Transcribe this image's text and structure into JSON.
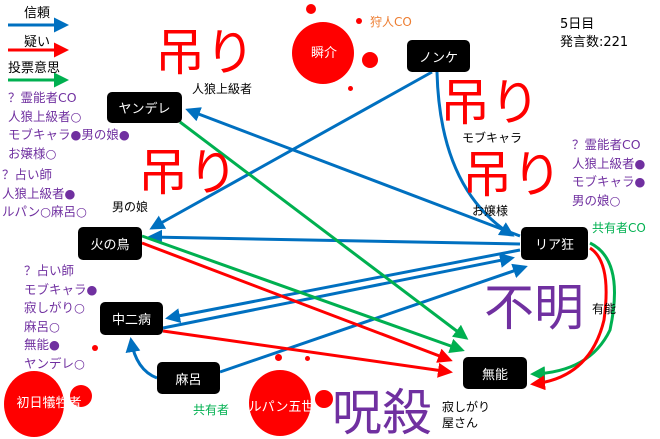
{
  "legend": [
    {
      "label": "信頼",
      "color": "#0070c0"
    },
    {
      "label": "疑い",
      "color": "#ff0000"
    },
    {
      "label": "投票意思",
      "color": "#00b050"
    }
  ],
  "status": {
    "day": "5日目",
    "speech_count": "発言数:221"
  },
  "nodes": {
    "shunsuke": "瞬介",
    "nonke": "ノンケ",
    "yandere": "ヤンデレ",
    "hinotori": "火の鳥",
    "riakyo": "リア狂",
    "chunibyo": "中二病",
    "maro": "麻呂",
    "muno": "無能",
    "shonichi": "初日犠牲者",
    "lupin": "ルパン五世"
  },
  "dead_labels": {
    "jinro_jokyu": "人狼上級者",
    "otokonoko": "男の娘",
    "mobchara": "モブキャラ",
    "ojosama": "お嬢様",
    "yuno": "有能",
    "sabishigari_1": "寂しがり",
    "sabishigari_2": "屋さん"
  },
  "fates": {
    "hang1": "吊り",
    "hang2": "吊り",
    "hang3": "吊り",
    "hang4": "吊り",
    "unknown": "不明",
    "curse": "呪殺"
  },
  "co": {
    "hunter": "狩人CO",
    "sharer_co": "共有者CO",
    "sharer": "共有者"
  },
  "results": {
    "yandere_medium": [
      "？霊能者CO",
      "人狼上級者○",
      "モブキャラ●男の娘●",
      "お嬢様○"
    ],
    "left_seer": [
      "？占い師",
      "人狼上級者●",
      "ルパン○麻呂○"
    ],
    "chuni_seer": [
      "？占い師",
      "モブキャラ●",
      "寂しがり○",
      "麻呂○",
      "無能●",
      "ヤンデレ○"
    ],
    "right_medium": [
      "？霊能者CO",
      "人狼上級者●",
      "モブキャラ●",
      "男の娘○"
    ]
  },
  "edges": [
    {
      "from": "ノンケ",
      "to": "火の鳥",
      "type": "trust"
    },
    {
      "from": "ノンケ",
      "to": "リア狂",
      "type": "trust"
    },
    {
      "from": "リア狂",
      "to": "ヤンデレ",
      "type": "trust"
    },
    {
      "from": "リア狂",
      "to": "火の鳥",
      "type": "trust"
    },
    {
      "from": "リア狂",
      "to": "中二病",
      "type": "trust"
    },
    {
      "from": "中二病",
      "to": "リア狂",
      "type": "trust"
    },
    {
      "from": "麻呂",
      "to": "リア狂",
      "type": "trust"
    },
    {
      "from": "麻呂",
      "to": "中二病",
      "type": "trust"
    },
    {
      "from": "ヤンデレ",
      "to": "無能",
      "type": "vote"
    },
    {
      "from": "火の鳥",
      "to": "無能",
      "type": "vote"
    },
    {
      "from": "リア狂",
      "to": "無能",
      "type": "vote"
    },
    {
      "from": "火の鳥",
      "to": "無能",
      "type": "doubt"
    },
    {
      "from": "中二病",
      "to": "無能",
      "type": "doubt"
    },
    {
      "from": "リア狂",
      "to": "無能",
      "type": "doubt"
    }
  ]
}
